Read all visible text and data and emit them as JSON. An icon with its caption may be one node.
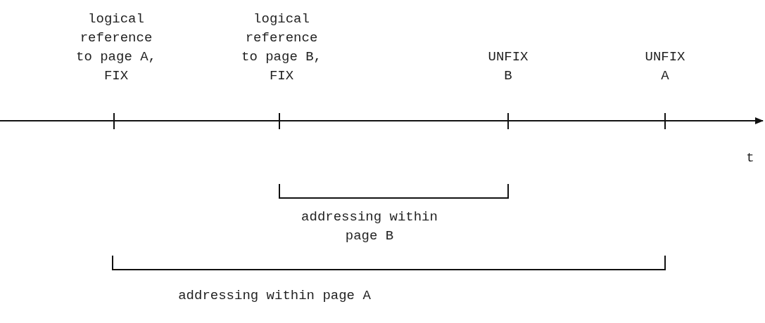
{
  "diagram": {
    "labels": [
      "logical reference to page A, FIX",
      "logical reference to page B, FIX",
      "UNFIX B",
      "UNFIX A",
      "t",
      "addressing within page B",
      "addressing within page A"
    ]
  }
}
